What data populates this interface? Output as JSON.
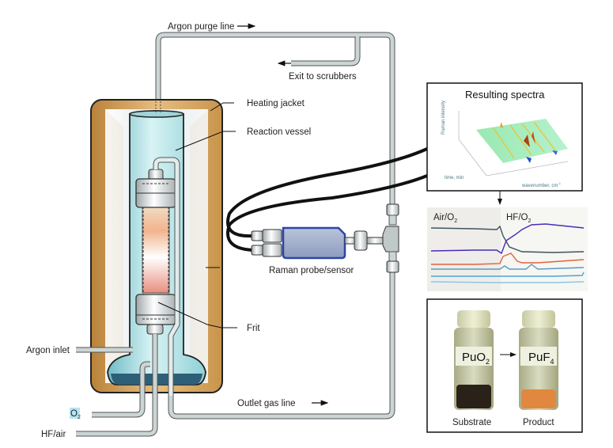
{
  "labels": {
    "argon_purge_line": "Argon purge line",
    "exit_to_scrubbers": "Exit to scrubbers",
    "heating_jacket": "Heating jacket",
    "reaction_vessel": "Reaction vessel",
    "raman_probe": "Raman probe/sensor",
    "frit": "Frit",
    "argon_inlet": "Argon inlet",
    "o2": "O",
    "o2_sub": "2",
    "hf_air": "HF/air",
    "outlet_gas_line": "Outlet gas line"
  },
  "spectra_panel": {
    "title": "Resulting spectra",
    "z_axis_label": "Raman intensity",
    "y_axis_label": "time, min",
    "x_axis_label": "wavenumber, cm",
    "x_axis_sup": "-1"
  },
  "trend_panel": {
    "left_label": "Air/O",
    "left_sub": "2",
    "right_label": "HF/O",
    "right_sub": "2",
    "traces": [
      {
        "name": "dark-slate",
        "color": "#3d5560"
      },
      {
        "name": "purple",
        "color": "#4a2bb8"
      },
      {
        "name": "orange",
        "color": "#e0643a"
      },
      {
        "name": "steel-blue",
        "color": "#5b9ac0"
      },
      {
        "name": "sky-blue",
        "color": "#4ba6d8"
      },
      {
        "name": "pale-blue",
        "color": "#8cc6e6"
      }
    ]
  },
  "vials_panel": {
    "substrate_formula": "PuO",
    "substrate_sub": "2",
    "product_formula": "PuF",
    "product_sub": "4",
    "substrate_caption": "Substrate",
    "product_caption": "Product"
  },
  "colors": {
    "jacket": "#c8944a",
    "vessel": "#a8dbe0",
    "tubing": "#c5cfcf",
    "probe": "#6f7fb8",
    "probe_border": "#2c46a8"
  }
}
